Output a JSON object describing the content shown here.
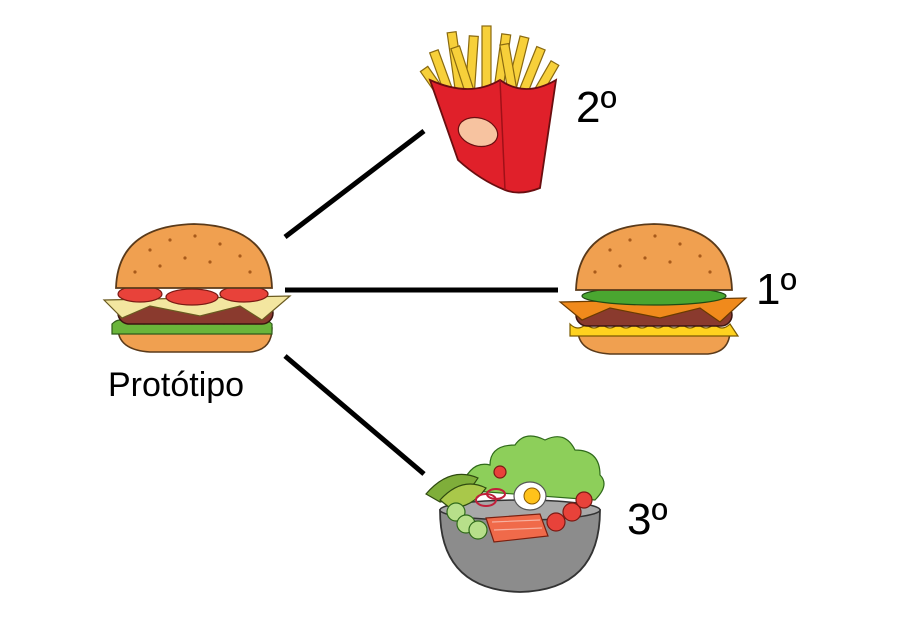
{
  "diagram": {
    "prototype": {
      "label": "Protótipo",
      "icon": "hamburger-icon"
    },
    "matches": [
      {
        "rank": "2º",
        "icon": "french-fries-icon"
      },
      {
        "rank": "1º",
        "icon": "cheeseburger-icon"
      },
      {
        "rank": "3º",
        "icon": "salad-bowl-icon"
      }
    ],
    "colors": {
      "bun": "#f0a050",
      "tomato": "#e8423a",
      "lettuce": "#6ab53a",
      "patty": "#8a3a2e",
      "cheese_yellow": "#ffd21f",
      "cheese_orange": "#f08a1c",
      "fries_box": "#e0202a",
      "fries": "#f7d03a",
      "bowl": "#8c8c8c",
      "line": "#000000"
    }
  }
}
